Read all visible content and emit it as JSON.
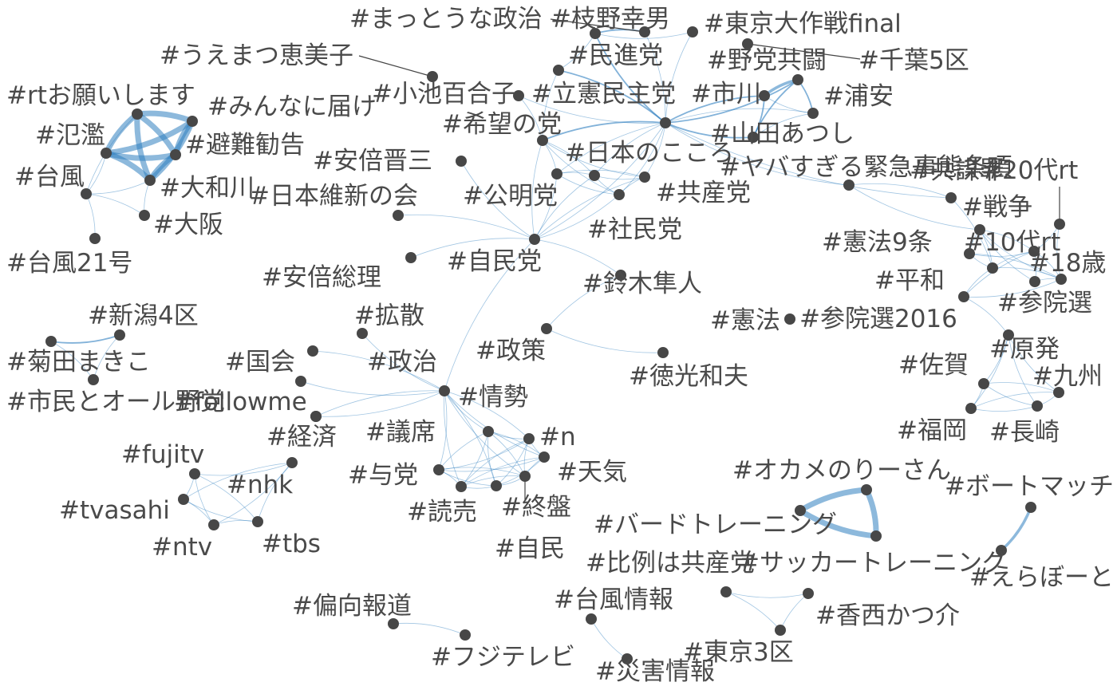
{
  "colors": {
    "edge": "#2f7fbf",
    "node": "#474747",
    "text": "#4a4a4a",
    "background": "#ffffff"
  },
  "nodes": [
    {
      "id": "edano",
      "label": "#枝野幸男"
    },
    {
      "id": "matto",
      "label": "#まっとうな政治"
    },
    {
      "id": "tokyo_final",
      "label": "#東京大作戦final"
    },
    {
      "id": "minshin",
      "label": "#民進党"
    },
    {
      "id": "yato",
      "label": "#野党共闘"
    },
    {
      "id": "chiba5",
      "label": "#千葉5区"
    },
    {
      "id": "uematsu",
      "label": "#うえまつ恵美子"
    },
    {
      "id": "koike",
      "label": "#小池百合子"
    },
    {
      "id": "rikken",
      "label": "#立憲民主党"
    },
    {
      "id": "ichikawa",
      "label": "#市川"
    },
    {
      "id": "urayasu",
      "label": "#浦安"
    },
    {
      "id": "kibou",
      "label": "#希望の党"
    },
    {
      "id": "yamada",
      "label": "#山田あつし"
    },
    {
      "id": "abe",
      "label": "#安倍晋三"
    },
    {
      "id": "nippon_kokoro",
      "label": "#日本のこころ"
    },
    {
      "id": "yabai",
      "label": "#ヤバすぎる緊急事態条項"
    },
    {
      "id": "kyobo",
      "label": "#共謀罪"
    },
    {
      "id": "20dai",
      "label": "#20代rt"
    },
    {
      "id": "ishin",
      "label": "#日本維新の会"
    },
    {
      "id": "komei",
      "label": "#公明党"
    },
    {
      "id": "kyosan",
      "label": "#共産党"
    },
    {
      "id": "shamin",
      "label": "#社民党"
    },
    {
      "id": "jimin",
      "label": "#自民党"
    },
    {
      "id": "abe_sori",
      "label": "#安倍総理"
    },
    {
      "id": "suzuki",
      "label": "#鈴木隼人"
    },
    {
      "id": "senso",
      "label": "#戦争"
    },
    {
      "id": "kenpo9",
      "label": "#憲法9条"
    },
    {
      "id": "10dai",
      "label": "#10代rt"
    },
    {
      "id": "18sai",
      "label": "#18歳"
    },
    {
      "id": "heiwa",
      "label": "#平和"
    },
    {
      "id": "sanin_sen",
      "label": "#参院選"
    },
    {
      "id": "kenpo",
      "label": "#憲法"
    },
    {
      "id": "sanin2016",
      "label": "#参院選2016"
    },
    {
      "id": "rt_please",
      "label": "#rtお願いします"
    },
    {
      "id": "minna",
      "label": "#みんなに届け"
    },
    {
      "id": "hanran",
      "label": "#氾濫"
    },
    {
      "id": "hinan",
      "label": "#避難勧告"
    },
    {
      "id": "taifu",
      "label": "#台風"
    },
    {
      "id": "yamato",
      "label": "#大和川"
    },
    {
      "id": "osaka",
      "label": "#大阪"
    },
    {
      "id": "taifu21",
      "label": "#台風21号"
    },
    {
      "id": "niigata4",
      "label": "#新潟4区"
    },
    {
      "id": "kikuta",
      "label": "#菊田まきこ"
    },
    {
      "id": "shimin",
      "label": "#市民とオール野党"
    },
    {
      "id": "kakusan",
      "label": "#拡散"
    },
    {
      "id": "kokkai",
      "label": "#国会"
    },
    {
      "id": "seiji",
      "label": "#政治"
    },
    {
      "id": "followme",
      "label": "#followme"
    },
    {
      "id": "seisaku",
      "label": "#政策"
    },
    {
      "id": "tokumitsu",
      "label": "#徳光和夫"
    },
    {
      "id": "josei",
      "label": "#情勢"
    },
    {
      "id": "keizai",
      "label": "#経済"
    },
    {
      "id": "giseki",
      "label": "#議席"
    },
    {
      "id": "n",
      "label": "#n"
    },
    {
      "id": "tenki",
      "label": "#天気"
    },
    {
      "id": "yoto",
      "label": "#与党"
    },
    {
      "id": "yomiuri",
      "label": "#読売"
    },
    {
      "id": "shuban",
      "label": "#終盤"
    },
    {
      "id": "jimin2",
      "label": "#自民"
    },
    {
      "id": "saga",
      "label": "#佐賀"
    },
    {
      "id": "genpatsu",
      "label": "#原発"
    },
    {
      "id": "kyushu",
      "label": "#九州"
    },
    {
      "id": "fukuoka",
      "label": "#福岡"
    },
    {
      "id": "nagasaki",
      "label": "#長崎"
    },
    {
      "id": "fujitv",
      "label": "#fujitv"
    },
    {
      "id": "nhk",
      "label": "#nhk"
    },
    {
      "id": "tvasahi",
      "label": "#tvasahi"
    },
    {
      "id": "ntv",
      "label": "#ntv"
    },
    {
      "id": "tbs",
      "label": "#tbs"
    },
    {
      "id": "okame",
      "label": "#オカメのりーさん"
    },
    {
      "id": "bird",
      "label": "#バードトレーニング"
    },
    {
      "id": "soccer",
      "label": "#サッカートレーニング"
    },
    {
      "id": "boat",
      "label": "#ボートマッチ"
    },
    {
      "id": "erabo",
      "label": "#えらぼーと"
    },
    {
      "id": "hirei",
      "label": "#比例は共産党"
    },
    {
      "id": "kasai",
      "label": "#香西かつ介"
    },
    {
      "id": "tokyo3",
      "label": "#東京3区"
    },
    {
      "id": "henko",
      "label": "#偏向報道"
    },
    {
      "id": "fujiterebi",
      "label": "#フジテレビ"
    },
    {
      "id": "taifu_joho",
      "label": "#台風情報"
    },
    {
      "id": "saigai",
      "label": "#災害情報"
    }
  ],
  "edges": [
    [
      "rt_please",
      "minna",
      6
    ],
    [
      "rt_please",
      "hanran",
      6
    ],
    [
      "rt_please",
      "hinan",
      6
    ],
    [
      "rt_please",
      "yamato",
      6
    ],
    [
      "minna",
      "hanran",
      6
    ],
    [
      "minna",
      "hinan",
      6
    ],
    [
      "minna",
      "yamato",
      6
    ],
    [
      "hanran",
      "hinan",
      6
    ],
    [
      "hanran",
      "yamato",
      6
    ],
    [
      "hinan",
      "yamato",
      6
    ],
    [
      "hanran",
      "taifu",
      1
    ],
    [
      "taifu",
      "yamato",
      1
    ],
    [
      "taifu",
      "osaka",
      1
    ],
    [
      "yamato",
      "osaka",
      1
    ],
    [
      "taifu",
      "taifu21",
      1
    ],
    [
      "rt_please",
      "taifu",
      1
    ],
    [
      "kibou",
      "rikken",
      2
    ],
    [
      "kibou",
      "jimin",
      1
    ],
    [
      "kibou",
      "komei",
      1
    ],
    [
      "kibou",
      "kyosan",
      1
    ],
    [
      "kibou",
      "nippon_kokoro",
      1
    ],
    [
      "kibou",
      "shamin",
      1
    ],
    [
      "rikken",
      "jimin",
      1
    ],
    [
      "rikken",
      "komei",
      1
    ],
    [
      "rikken",
      "kyosan",
      1
    ],
    [
      "rikken",
      "nippon_kokoro",
      1
    ],
    [
      "rikken",
      "shamin",
      1
    ],
    [
      "rikken",
      "minshin",
      2
    ],
    [
      "rikken",
      "edano",
      2
    ],
    [
      "rikken",
      "matto",
      1
    ],
    [
      "rikken",
      "tokyo_final",
      1
    ],
    [
      "rikken",
      "yato",
      2
    ],
    [
      "rikken",
      "ichikawa",
      2
    ],
    [
      "rikken",
      "yamada",
      2
    ],
    [
      "rikken",
      "urayasu",
      1
    ],
    [
      "rikken",
      "yabai",
      1
    ],
    [
      "rikken",
      "koike",
      1
    ],
    [
      "rikken",
      "kyobo",
      1
    ],
    [
      "edano",
      "matto",
      2
    ],
    [
      "edano",
      "tokyo_final",
      1
    ],
    [
      "edano",
      "minshin",
      1
    ],
    [
      "yato",
      "ichikawa",
      3
    ],
    [
      "yato",
      "urayasu",
      2
    ],
    [
      "yato",
      "yamada",
      2
    ],
    [
      "ichikawa",
      "yamada",
      2
    ],
    [
      "ichikawa",
      "urayasu",
      1
    ],
    [
      "yamada",
      "urayasu",
      1
    ],
    [
      "jimin",
      "komei",
      1
    ],
    [
      "jimin",
      "kyosan",
      1
    ],
    [
      "jimin",
      "shamin",
      1
    ],
    [
      "jimin",
      "nippon_kokoro",
      1
    ],
    [
      "jimin",
      "abe_sori",
      1
    ],
    [
      "jimin",
      "abe",
      1
    ],
    [
      "jimin",
      "ishin",
      1
    ],
    [
      "jimin",
      "suzuki",
      1
    ],
    [
      "jimin",
      "josei",
      1
    ],
    [
      "komei",
      "kyosan",
      1
    ],
    [
      "komei",
      "shamin",
      1
    ],
    [
      "komei",
      "nippon_kokoro",
      1
    ],
    [
      "kyosan",
      "shamin",
      1
    ],
    [
      "kyosan",
      "nippon_kokoro",
      1
    ],
    [
      "nippon_kokoro",
      "shamin",
      1
    ],
    [
      "koike",
      "kibou",
      1
    ],
    [
      "minshin",
      "kibou",
      1
    ],
    [
      "yabai",
      "kyobo",
      1
    ],
    [
      "yabai",
      "senso",
      1
    ],
    [
      "kyobo",
      "heiwa",
      1
    ],
    [
      "senso",
      "kenpo9",
      1
    ],
    [
      "senso",
      "10dai",
      1
    ],
    [
      "senso",
      "18sai",
      1
    ],
    [
      "senso",
      "heiwa",
      1
    ],
    [
      "kenpo9",
      "10dai",
      1
    ],
    [
      "kenpo9",
      "18sai",
      1
    ],
    [
      "kenpo9",
      "heiwa",
      1
    ],
    [
      "10dai",
      "18sai",
      1
    ],
    [
      "10dai",
      "heiwa",
      1
    ],
    [
      "20dai",
      "10dai",
      1
    ],
    [
      "20dai",
      "18sai",
      1
    ],
    [
      "heiwa",
      "18sai",
      1
    ],
    [
      "heiwa",
      "sanin2016",
      1
    ],
    [
      "18sai",
      "sanin2016",
      1
    ],
    [
      "10dai",
      "sanin2016",
      1
    ],
    [
      "sanin_sen",
      "18sai",
      1
    ],
    [
      "sanin_sen",
      "10dai",
      1
    ],
    [
      "sanin2016",
      "genpatsu",
      1
    ],
    [
      "senso",
      "sanin_sen",
      1
    ],
    [
      "genpatsu",
      "saga",
      1
    ],
    [
      "genpatsu",
      "kyushu",
      1
    ],
    [
      "genpatsu",
      "fukuoka",
      1
    ],
    [
      "genpatsu",
      "nagasaki",
      1
    ],
    [
      "saga",
      "fukuoka",
      1
    ],
    [
      "saga",
      "nagasaki",
      1
    ],
    [
      "saga",
      "kyushu",
      1
    ],
    [
      "fukuoka",
      "nagasaki",
      1
    ],
    [
      "fukuoka",
      "kyushu",
      1
    ],
    [
      "nagasaki",
      "kyushu",
      1
    ],
    [
      "niigata4",
      "kikuta",
      2
    ],
    [
      "niigata4",
      "shimin",
      1
    ],
    [
      "kikuta",
      "shimin",
      1
    ],
    [
      "josei",
      "giseki",
      1
    ],
    [
      "josei",
      "n",
      1
    ],
    [
      "josei",
      "tenki",
      1
    ],
    [
      "josei",
      "yoto",
      1
    ],
    [
      "josei",
      "yomiuri",
      1
    ],
    [
      "josei",
      "shuban",
      1
    ],
    [
      "josei",
      "jimin2",
      1
    ],
    [
      "josei",
      "seiji",
      1
    ],
    [
      "josei",
      "kokkai",
      1
    ],
    [
      "josei",
      "followme",
      1
    ],
    [
      "josei",
      "keizai",
      1
    ],
    [
      "josei",
      "kakusan",
      1
    ],
    [
      "giseki",
      "n",
      1
    ],
    [
      "giseki",
      "tenki",
      1
    ],
    [
      "giseki",
      "yoto",
      1
    ],
    [
      "giseki",
      "yomiuri",
      1
    ],
    [
      "giseki",
      "shuban",
      1
    ],
    [
      "giseki",
      "jimin2",
      1
    ],
    [
      "n",
      "tenki",
      1
    ],
    [
      "n",
      "yoto",
      1
    ],
    [
      "n",
      "yomiuri",
      1
    ],
    [
      "n",
      "shuban",
      1
    ],
    [
      "n",
      "jimin2",
      1
    ],
    [
      "tenki",
      "yoto",
      1
    ],
    [
      "tenki",
      "yomiuri",
      1
    ],
    [
      "tenki",
      "shuban",
      1
    ],
    [
      "tenki",
      "jimin2",
      1
    ],
    [
      "yoto",
      "yomiuri",
      1
    ],
    [
      "yoto",
      "shuban",
      1
    ],
    [
      "yoto",
      "jimin2",
      1
    ],
    [
      "yomiuri",
      "shuban",
      1
    ],
    [
      "yomiuri",
      "jimin2",
      1
    ],
    [
      "shuban",
      "jimin2",
      1
    ],
    [
      "followme",
      "keizai",
      1
    ],
    [
      "seisaku",
      "tokumitsu",
      1
    ],
    [
      "seisaku",
      "suzuki",
      1
    ],
    [
      "fujitv",
      "nhk",
      1
    ],
    [
      "fujitv",
      "tvasahi",
      1
    ],
    [
      "fujitv",
      "ntv",
      1
    ],
    [
      "fujitv",
      "tbs",
      1
    ],
    [
      "nhk",
      "tvasahi",
      1
    ],
    [
      "nhk",
      "ntv",
      1
    ],
    [
      "nhk",
      "tbs",
      1
    ],
    [
      "tvasahi",
      "ntv",
      1
    ],
    [
      "tvasahi",
      "tbs",
      1
    ],
    [
      "ntv",
      "tbs",
      1
    ],
    [
      "okame",
      "bird",
      6
    ],
    [
      "okame",
      "soccer",
      6
    ],
    [
      "bird",
      "soccer",
      6
    ],
    [
      "boat",
      "erabo",
      3
    ],
    [
      "hirei",
      "kasai",
      1
    ],
    [
      "hirei",
      "tokyo3",
      1
    ],
    [
      "kasai",
      "tokyo3",
      1
    ],
    [
      "henko",
      "fujiterebi",
      1
    ],
    [
      "taifu_joho",
      "saigai",
      1
    ]
  ]
}
